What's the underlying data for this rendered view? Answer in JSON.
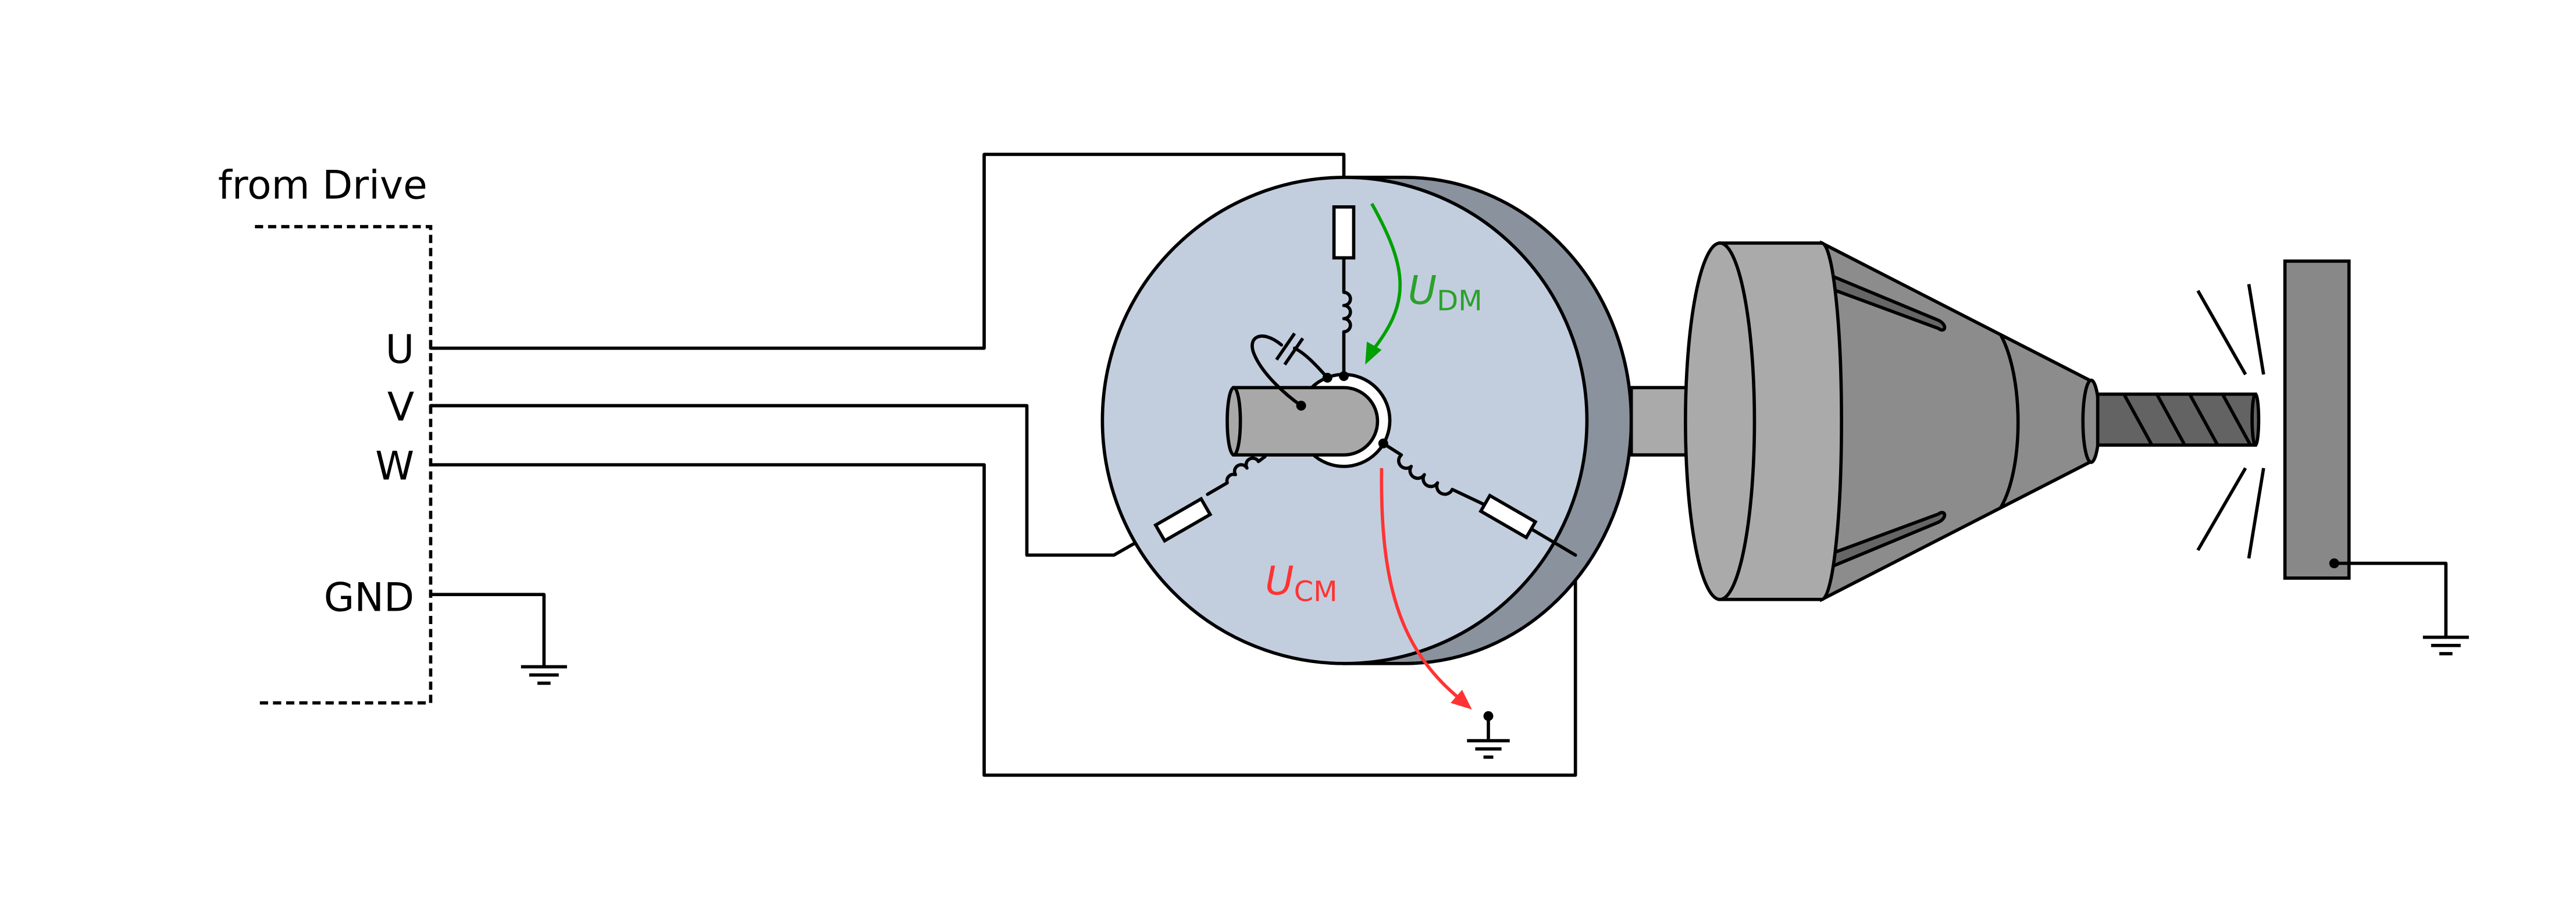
{
  "source": {
    "title": "from Drive",
    "terminals": [
      "U",
      "V",
      "W",
      "GND"
    ]
  },
  "annotations": {
    "udm": {
      "main": "U",
      "sub": "DM",
      "color": "#2ca02c"
    },
    "ucm": {
      "main": "U",
      "sub": "CM",
      "color": "#ff3333"
    }
  },
  "colors": {
    "motor_face": "#c2cede",
    "motor_side": "#8a929e",
    "metal_light": "#aaaaaa",
    "metal_mid": "#8c8c8c",
    "metal_dark": "#636363"
  }
}
